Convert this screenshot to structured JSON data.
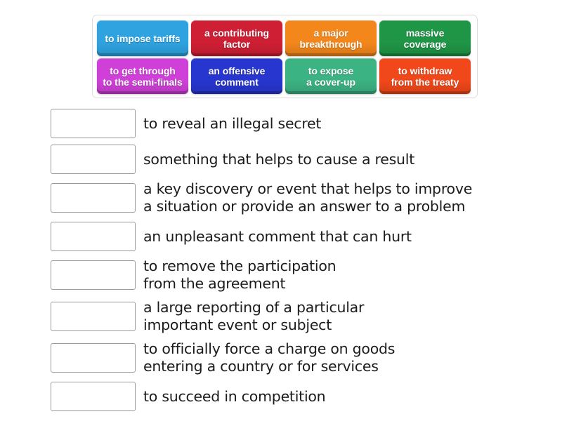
{
  "activity": {
    "type": "match-up-quiz",
    "tile_bank": {
      "name": "answer-tile-bank",
      "rows": [
        [
          {
            "id": "tile-impose-tariffs",
            "lines": [
              {
                "text": "to impose tariffs",
                "bold": false
              }
            ],
            "color": "#2fa3e0",
            "color_name": "blue"
          },
          {
            "id": "tile-contributing-factor",
            "lines": [
              {
                "text": "a contributing",
                "bold": false
              },
              {
                "text": "factor",
                "bold": false
              }
            ],
            "color": "#cf1f34",
            "color_name": "crimson"
          },
          {
            "id": "tile-major-breakthrough",
            "lines": [
              {
                "text": "a major",
                "bold": true
              },
              {
                "text": "breakthrough",
                "bold": true
              }
            ],
            "color": "#f3871b",
            "color_name": "orange"
          },
          {
            "id": "tile-massive-coverage",
            "lines": [
              {
                "text": "massive",
                "bold": true
              },
              {
                "text": "coverage",
                "bold": true
              }
            ],
            "color": "#1f9546",
            "color_name": "green"
          }
        ],
        [
          {
            "id": "tile-get-through-semi-finals",
            "lines": [
              {
                "text": "to ",
                "bold": false
              },
              {
                "text": "get through",
                "bold": true
              },
              {
                "text": "\nto the semi-finals",
                "bold": false
              }
            ],
            "plain": "to get through\nto the semi-finals",
            "color": "#cf40d8",
            "color_name": "magenta"
          },
          {
            "id": "tile-offensive-comment",
            "lines": [
              {
                "text": "an ",
                "bold": false
              },
              {
                "text": "offensive",
                "bold": true
              },
              {
                "text": "\ncomment",
                "bold": false
              }
            ],
            "plain": "an offensive\ncomment",
            "color": "#2736cf",
            "color_name": "indigo-blue"
          },
          {
            "id": "tile-expose-cover-up",
            "lines": [
              {
                "text": "to expose",
                "bold": false
              },
              {
                "text": "a cover-up",
                "bold": false
              }
            ],
            "color": "#3cb382",
            "color_name": "medium-sea-green"
          },
          {
            "id": "tile-withdraw-from-treaty",
            "lines": [
              {
                "text": "to withdraw",
                "bold": true
              },
              {
                "text": "from the treaty",
                "bold": true
              }
            ],
            "color": "#f0481a",
            "color_name": "orange-red"
          }
        ]
      ],
      "tiles_flat": [
        "to impose tariffs",
        "a contributing factor",
        "a major breakthrough",
        "massive coverage",
        "to get through to the semi-finals",
        "an offensive comment",
        "to expose a cover-up",
        "to withdraw from the treaty"
      ]
    },
    "definitions": [
      {
        "index": 1,
        "answer_value": "",
        "definition": "to reveal an illegal secret"
      },
      {
        "index": 2,
        "answer_value": "",
        "definition": "something that helps to cause a result"
      },
      {
        "index": 3,
        "answer_value": "",
        "definition": "a key discovery or event that helps to improve\na situation or provide an answer to a problem"
      },
      {
        "index": 4,
        "answer_value": "",
        "definition": "an unpleasant comment that can hurt"
      },
      {
        "index": 5,
        "answer_value": "",
        "definition": "to remove the participation\nfrom the agreement"
      },
      {
        "index": 6,
        "answer_value": "",
        "definition": "a large reporting of a particular\nimportant event or subject"
      },
      {
        "index": 7,
        "answer_value": "",
        "definition": "to officially force a charge on goods\nentering a country or for services"
      },
      {
        "index": 8,
        "answer_value": "",
        "definition": "to succeed in competition"
      }
    ],
    "colors": {
      "background": "#ffffff",
      "bank_border": "#dcdcdc",
      "box_border": "#9a9a9a",
      "text": "#1c1c1c",
      "tile_text": "#ffffff"
    }
  }
}
